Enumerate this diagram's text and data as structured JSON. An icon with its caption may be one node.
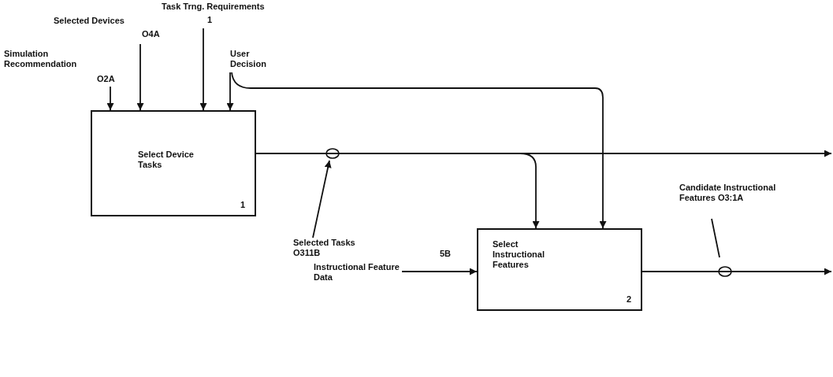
{
  "diagram": {
    "nodes": [
      {
        "text": [
          "Select Device Tasks",
          "1"
        ]
      },
      {
        "text": [
          "Select Instructional Features",
          "2"
        ]
      },
      {
        "text": [
          "Simulation Recommendation",
          "O2A"
        ]
      },
      {
        "text": [
          "Selected Devices",
          "O4A"
        ]
      },
      {
        "text": [
          "Task Trng. Requirements",
          "1"
        ]
      },
      {
        "text": [
          "User Decision"
        ]
      },
      {
        "text": [
          "Selected Tasks O311B"
        ]
      },
      {
        "text": [
          "Instructional Feature Data"
        ]
      },
      {
        "text": [
          "Candidate Instructional Features O3:1A"
        ]
      }
    ],
    "edges": [
      {
        "from": 2,
        "to": 0,
        "arrow": "to"
      },
      {
        "from": 3,
        "to": 0,
        "arrow": "to"
      },
      {
        "from": 4,
        "to": 0,
        "arrow": "to"
      },
      {
        "from": 5,
        "to": 0,
        "arrow": "to"
      },
      {
        "from": 5,
        "to": 1,
        "arrow": "to"
      },
      {
        "from": 0,
        "to": null,
        "arrow": "to"
      },
      {
        "from": 0,
        "to": 1,
        "arrow": "to"
      },
      {
        "from": 6,
        "to": null,
        "arrow": "to"
      },
      {
        "from": 7,
        "to": 1,
        "arrow": "to"
      },
      {
        "from": 1,
        "to": null,
        "arrow": "to"
      },
      {
        "from": 8,
        "to": null,
        "arrow": "none"
      }
    ],
    "labels": [
      "5B"
    ]
  }
}
